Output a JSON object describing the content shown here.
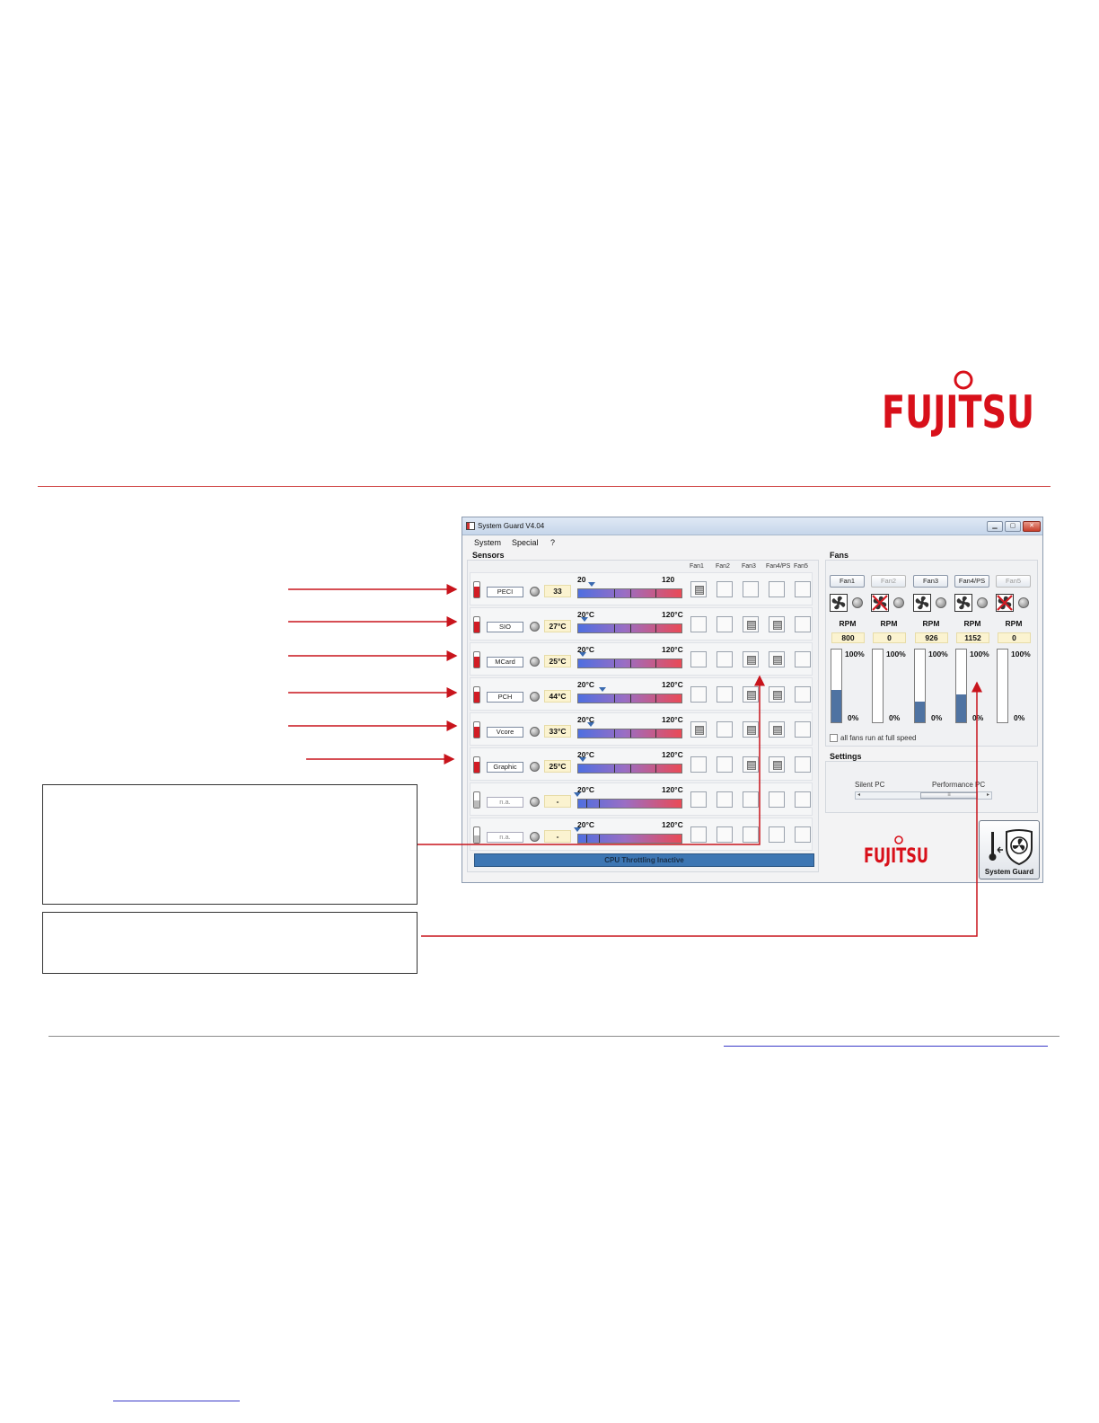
{
  "window": {
    "title": "System Guard  V4.04",
    "controls": [
      "▁",
      "▢",
      "✕"
    ]
  },
  "menu": [
    "System",
    "Special",
    "?"
  ],
  "sensors": {
    "group_label": "Sensors",
    "fan_columns": [
      "Fan1",
      "Fan2",
      "Fan3",
      "Fan4/PS",
      "Fan5"
    ],
    "rows": [
      {
        "name": "PECI",
        "value": "33",
        "min": "20",
        "max": "120",
        "marker_pct": 14,
        "available": true,
        "fans": [
          true,
          false,
          false,
          false,
          false
        ]
      },
      {
        "name": "SIO",
        "value": "27°C",
        "min": "20°C",
        "max": "120°C",
        "marker_pct": 7,
        "available": true,
        "fans": [
          false,
          false,
          true,
          true,
          false
        ]
      },
      {
        "name": "MCard",
        "value": "25°C",
        "min": "20°C",
        "max": "120°C",
        "marker_pct": 5,
        "available": true,
        "fans": [
          false,
          false,
          true,
          true,
          false
        ]
      },
      {
        "name": "PCH",
        "value": "44°C",
        "min": "20°C",
        "max": "120°C",
        "marker_pct": 24,
        "available": true,
        "fans": [
          false,
          false,
          true,
          true,
          false
        ]
      },
      {
        "name": "Vcore",
        "value": "33°C",
        "min": "20°C",
        "max": "120°C",
        "marker_pct": 13,
        "available": true,
        "fans": [
          true,
          false,
          true,
          true,
          false
        ]
      },
      {
        "name": "Graphic",
        "value": "25°C",
        "min": "20°C",
        "max": "120°C",
        "marker_pct": 5,
        "available": true,
        "fans": [
          false,
          false,
          true,
          true,
          false
        ]
      },
      {
        "name": "n.a.",
        "value": "-",
        "min": "20°C",
        "max": "120°C",
        "marker_pct": 0,
        "available": false,
        "fans": [
          false,
          false,
          false,
          false,
          false
        ]
      },
      {
        "name": "n.a.",
        "value": "-",
        "min": "20°C",
        "max": "120°C",
        "marker_pct": 0,
        "available": false,
        "fans": [
          false,
          false,
          false,
          false,
          false
        ]
      }
    ]
  },
  "throttling": "CPU Throttling Inactive",
  "fans": {
    "group_label": "Fans",
    "rpm_label": "RPM",
    "pct_top": "100%",
    "pct_bottom": "0%",
    "items": [
      {
        "name": "Fan1",
        "rpm": "800",
        "level_pct": 45,
        "enabled": true,
        "stopped": false
      },
      {
        "name": "Fan2",
        "rpm": "0",
        "level_pct": 0,
        "enabled": false,
        "stopped": true
      },
      {
        "name": "Fan3",
        "rpm": "926",
        "level_pct": 28,
        "enabled": true,
        "stopped": false
      },
      {
        "name": "Fan4/PS",
        "rpm": "1152",
        "level_pct": 38,
        "enabled": true,
        "stopped": false
      },
      {
        "name": "Fan5",
        "rpm": "0",
        "level_pct": 0,
        "enabled": false,
        "stopped": true
      }
    ],
    "full_speed_label": "all fans run at full speed"
  },
  "settings": {
    "group_label": "Settings",
    "left_label": "Silent PC",
    "right_label": "Performance PC",
    "thumb_grip": "≡",
    "arrow_left": "◂",
    "arrow_right": "▸"
  },
  "branding": {
    "logo_text": "FUJITSU",
    "app_button_label": "System Guard"
  },
  "colors": {
    "brand_red": "#d8101a",
    "bar_start": "#4f6fe0",
    "bar_end": "#ea4a56",
    "gauge_fill": "#4f73a2",
    "throttle_bar": "#3d76b3"
  }
}
